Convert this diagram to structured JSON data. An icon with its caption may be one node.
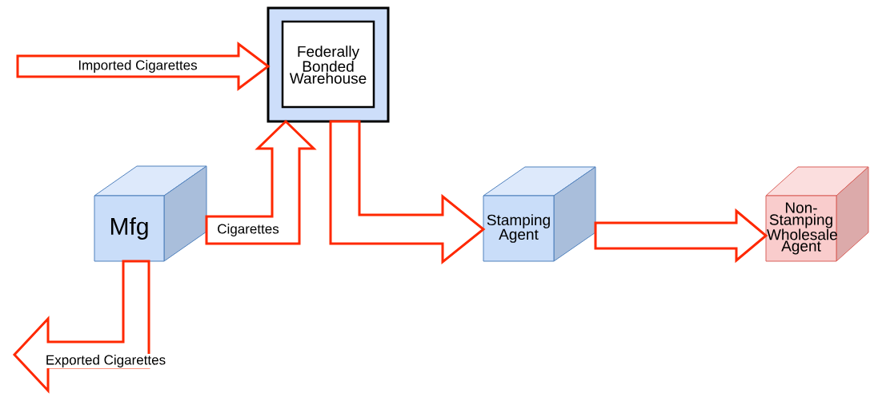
{
  "diagram": {
    "nodes": [
      {
        "text": [
          "Federally Bonded Warehouse"
        ]
      },
      {
        "text": [
          "Mfg"
        ]
      },
      {
        "text": [
          "Stamping Agent"
        ]
      },
      {
        "text": [
          "Non-Stamping Wholesale Agent"
        ]
      }
    ],
    "edges": [
      {
        "from": null,
        "to": 0,
        "arrow": "to",
        "label": "Imported Cigarettes"
      },
      {
        "from": 1,
        "to": 0,
        "arrow": "to",
        "label": "Cigarettes"
      },
      {
        "from": 0,
        "to": 2,
        "arrow": "to"
      },
      {
        "from": 2,
        "to": 3,
        "arrow": "to"
      },
      {
        "from": 1,
        "to": null,
        "arrow": "to",
        "label": "Exported Cigarettes"
      }
    ]
  }
}
